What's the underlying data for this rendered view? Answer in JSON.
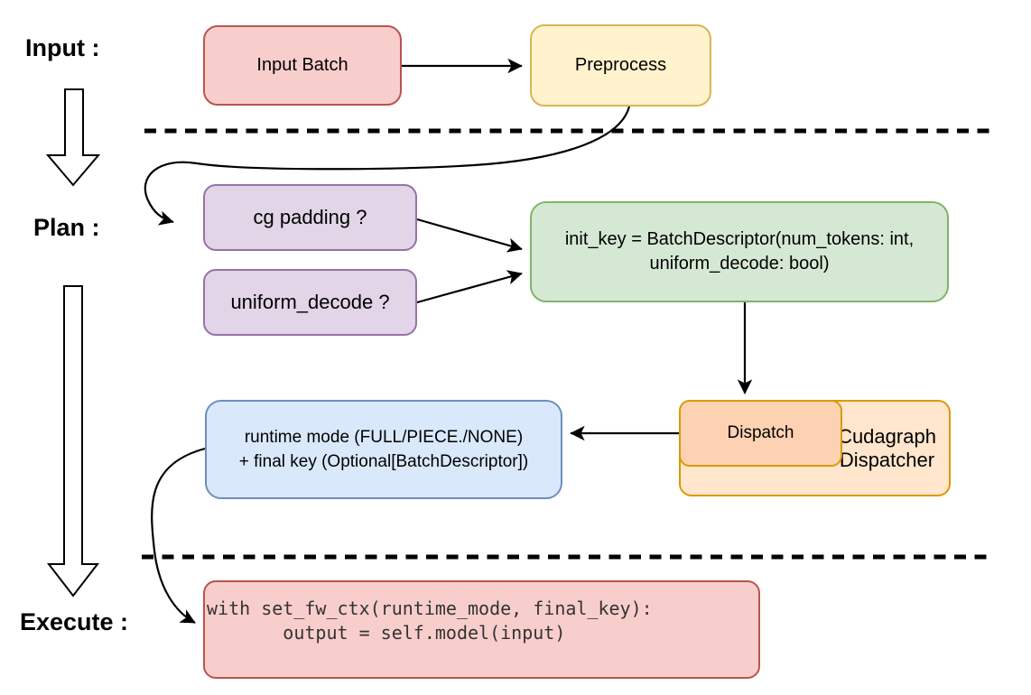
{
  "stage_labels": {
    "input": "Input :",
    "plan": "Plan :",
    "execute": "Execute :"
  },
  "nodes": {
    "input_batch": {
      "label": "Input Batch"
    },
    "preprocess": {
      "label": "Preprocess"
    },
    "cg_padding": {
      "label": "cg padding ?"
    },
    "uniform_decode": {
      "label": "uniform_decode ?"
    },
    "init_key": {
      "line1": "init_key = BatchDescriptor(num_tokens: int,",
      "line2": "uniform_decode: bool)"
    },
    "dispatch": {
      "label": "Dispatch"
    },
    "cudagraph_dispatcher": {
      "line1": "Cudagraph",
      "line2": "Dispatcher"
    },
    "runtime_mode": {
      "line1": "runtime mode (FULL/PIECE./NONE)",
      "line2": "+ final key (Optional[BatchDescriptor])"
    },
    "execute_code": {
      "line1": "with set_fw_ctx(runtime_mode, final_key):",
      "line2": "       output = self.model(input)"
    }
  },
  "colors": {
    "pink_fill": "#f8cecc",
    "pink_stroke": "#b85450",
    "yellow_fill": "#fff2cc",
    "yellow_stroke": "#d6b656",
    "purple_fill": "#e1d5e7",
    "purple_stroke": "#9673a6",
    "green_fill": "#d5e8d4",
    "green_stroke": "#82b366",
    "blue_fill": "#dae8fc",
    "blue_stroke": "#6c8ebf",
    "orange_fill": "#ffe6cc",
    "orange_stroke": "#d79b00",
    "peach_fill": "#fcd2b2",
    "ink": "#000000"
  }
}
